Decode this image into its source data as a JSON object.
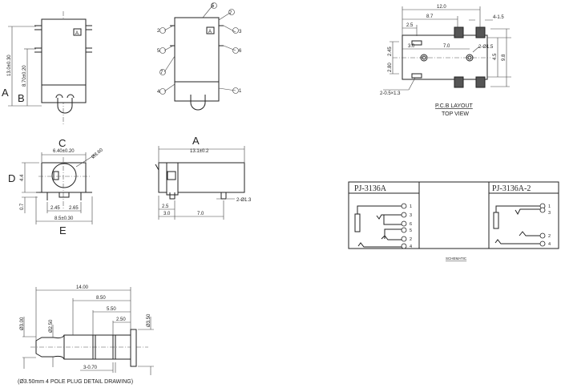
{
  "top_view": {
    "label_a": "A",
    "label_b": "B",
    "dim_a": "13.0±0.30",
    "dim_b": "8.70±0.20",
    "marker": "A"
  },
  "pin_view": {
    "marker": "A",
    "callouts": [
      "5",
      "7",
      "2",
      "3",
      "5",
      "6",
      "7",
      "4",
      "1"
    ],
    "pin_numbers": [
      "2",
      "3",
      "5",
      "6",
      "4",
      "1"
    ]
  },
  "pcb": {
    "dims": {
      "overall": "12.0",
      "pad_pitch": "8.7",
      "edge": "2.5",
      "pads": "4-1.5",
      "hole_offset": "3.0",
      "hole_pitch": "7.0",
      "holes": "2-Ø1.5",
      "inner_height": "4.5",
      "outer_height": "9.8",
      "upper": "2.45",
      "lower": "2.80",
      "slots": "2-0.5×1.3"
    },
    "title": "P.C.B LAYOUT",
    "subtitle": "TOP VIEW"
  },
  "front_view": {
    "label_c": "C",
    "dim_c": "6.40±0.20",
    "dia": "Ø3.60",
    "label_d": "D",
    "dim_d": "4.4",
    "dim_pin": "0.7",
    "left": "2.45",
    "right": "2.65",
    "dim_e": "8.5±0.30",
    "label_e": "E"
  },
  "side_view": {
    "label_a": "A",
    "dim_a": "13.1±0.2",
    "d1": "2.5",
    "d2": "3.0",
    "d3": "7.0",
    "holes": "2-Ø1.3"
  },
  "schematic": {
    "models": [
      {
        "name": "PJ-3136A",
        "pins": [
          "1",
          "3",
          "6",
          "5",
          "2",
          "4"
        ]
      },
      {
        "name": "PJ-3136A-2",
        "pins": [
          "1",
          "3",
          "2",
          "4"
        ]
      }
    ],
    "caption": "SCHEMATIC"
  },
  "plug": {
    "d1": "14.00",
    "d2": "8.50",
    "d3": "5.50",
    "d4": "2.50",
    "dia_tip": "Ø3.00",
    "dia_shaft": "Ø2.50",
    "dia_flange": "Ø3.50",
    "bands": "3-0.70",
    "caption": "(Ø3.50mm 4 POLE PLUG DETAIL DRAWING)"
  }
}
